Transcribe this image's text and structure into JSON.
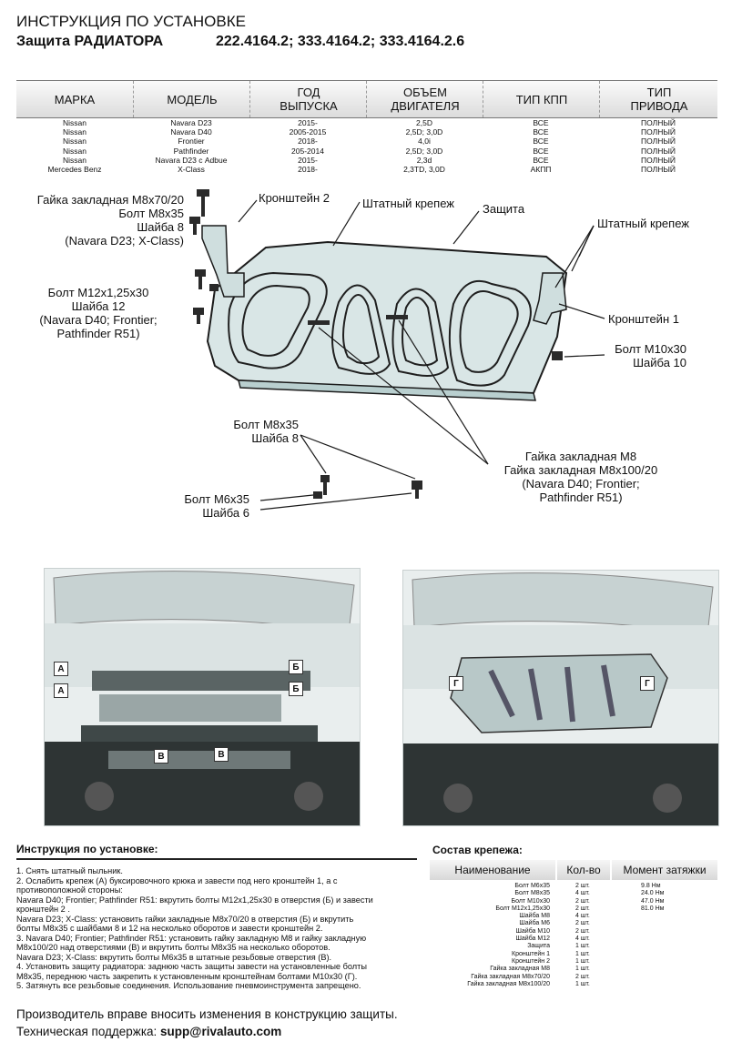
{
  "header": {
    "title": "ИНСТРУКЦИЯ ПО УСТАНОВКЕ",
    "product": "Защита РАДИАТОРА",
    "part_numbers": "222.4164.2; 333.4164.2; 333.4164.2.6"
  },
  "applicability": {
    "headers": [
      "МАРКА",
      "МОДЕЛЬ",
      "ГОД\nВЫПУСКА",
      "ОБЪЕМ\nДВИГАТЕЛЯ",
      "ТИП КПП",
      "ТИП\nПРИВОДА"
    ],
    "rows": [
      [
        "Nissan",
        "Navara D23",
        "2015-",
        "2,5D",
        "ВСЕ",
        "ПОЛНЫЙ"
      ],
      [
        "Nissan",
        "Navara D40",
        "2005-2015",
        "2,5D; 3,0D",
        "ВСЕ",
        "ПОЛНЫЙ"
      ],
      [
        "Nissan",
        "Frontier",
        "2018-",
        "4,0i",
        "ВСЕ",
        "ПОЛНЫЙ"
      ],
      [
        "Nissan",
        "Pathfinder",
        "205-2014",
        "2,5D; 3,0D",
        "ВСЕ",
        "ПОЛНЫЙ"
      ],
      [
        "Nissan",
        "Navara D23 с Adbue",
        "2015-",
        "2,3d",
        "ВСЕ",
        "ПОЛНЫЙ"
      ],
      [
        "Mercedes Benz",
        "X-Class",
        "2018-",
        "2,3TD, 3,0D",
        "АКПП",
        "ПОЛНЫЙ"
      ]
    ]
  },
  "callouts": {
    "nut_m8x70": [
      "Гайка закладная М8х70/20",
      "Болт М8х35",
      "Шайба 8",
      "(Navara D23; X-Class)"
    ],
    "bracket2": "Кронштейн 2",
    "std_fix_center": "Штатный крепеж",
    "guard": "Защита",
    "std_fix_right": "Штатный крепеж",
    "bolt_m12": [
      "Болт М12х1,25х30",
      "Шайба 12",
      "(Navara D40; Frontier;",
      "Pathfinder R51)"
    ],
    "bracket1": "Кронштейн 1",
    "bolt_m10": [
      "Болт М10х30",
      "Шайба 10"
    ],
    "bolt_m8": [
      "Болт М8х35",
      "Шайба 8"
    ],
    "nut_m8": [
      "Гайка закладная М8",
      "Гайка закладная М8х100/20",
      "(Navara D40; Frontier;",
      "Pathfinder R51)"
    ],
    "bolt_m6": [
      "Болт М6х35",
      "Шайба 6"
    ]
  },
  "photo_tags": {
    "a": "А",
    "b": "Б",
    "v": "В",
    "g": "Г"
  },
  "instructions": {
    "title": "Инструкция по установке:",
    "lines": [
      "1. Снять штатный пыльник.",
      "2. Ослабить крепеж (А) буксировочного крюка и завести под него кронштейн 1, а с",
      "противоположной стороны:",
      "Navara D40; Frontier; Pathfinder R51: вкрутить болты М12х1,25х30 в отверстия (Б) и завести",
      "кронштейн 2 .",
      "Navara D23; X-Class: установить гайки закладные М8х70/20 в отверстия (Б) и вкрутить",
      "болты М8х35 с шайбами 8 и 12 на несколько оборотов и завести кронштейн 2.",
      "3.  Navara D40; Frontier; Pathfinder R51: установить гайку закладную М8 и гайку закладную",
      "М8х100/20 над отверстиями (В) и вкрутить болты М8х35 на несколько оборотов.",
      "Navara D23; X-Class: вкрутить болты М6х35 в штатные резьбовые отверстия (В).",
      "4. Установить защиту радиатора: заднюю часть защиты завести на установленные болты",
      "М8х35, переднюю часть закрепить к установленным кронштейнам болтами М10х30 (Г).",
      "5. Затянуть все резьбовые соединения. Использование пневмоинструмента запрещено."
    ]
  },
  "fasteners": {
    "title": "Состав крепежа:",
    "headers": [
      "Наименование",
      "Кол-во",
      "Момент затяжки"
    ],
    "rows": [
      [
        "Болт М6х35",
        "2 шт.",
        "9.8 Нм"
      ],
      [
        "Болт М8х35",
        "4 шт.",
        "24.0 Нм"
      ],
      [
        "Болт М10х30",
        "2 шт.",
        "47.0 Нм"
      ],
      [
        "Болт М12х1,25х30",
        "2 шт.",
        "81.0 Нм"
      ],
      [
        "Шайба М8",
        "4 шт.",
        ""
      ],
      [
        "Шайба М6",
        "2 шт.",
        ""
      ],
      [
        "Шайба М10",
        "2 шт.",
        ""
      ],
      [
        "Шайба М12",
        "4 шт.",
        ""
      ],
      [
        "Защита",
        "1 шт.",
        ""
      ],
      [
        "Кронштейн 1",
        "1 шт.",
        ""
      ],
      [
        "Кронштейн 2",
        "1 шт.",
        ""
      ],
      [
        "Гайка закладная М8",
        "1 шт.",
        ""
      ],
      [
        "Гайка закладная М8х70/20",
        "2 шт.",
        ""
      ],
      [
        "Гайка закладная М8х100/20",
        "1 шт.",
        ""
      ]
    ]
  },
  "footer": {
    "notice": "Производитель вправе вносить изменения в конструкцию защиты.",
    "support_label": "Техническая поддержка: ",
    "support_email": "supp@rivalauto.com"
  }
}
